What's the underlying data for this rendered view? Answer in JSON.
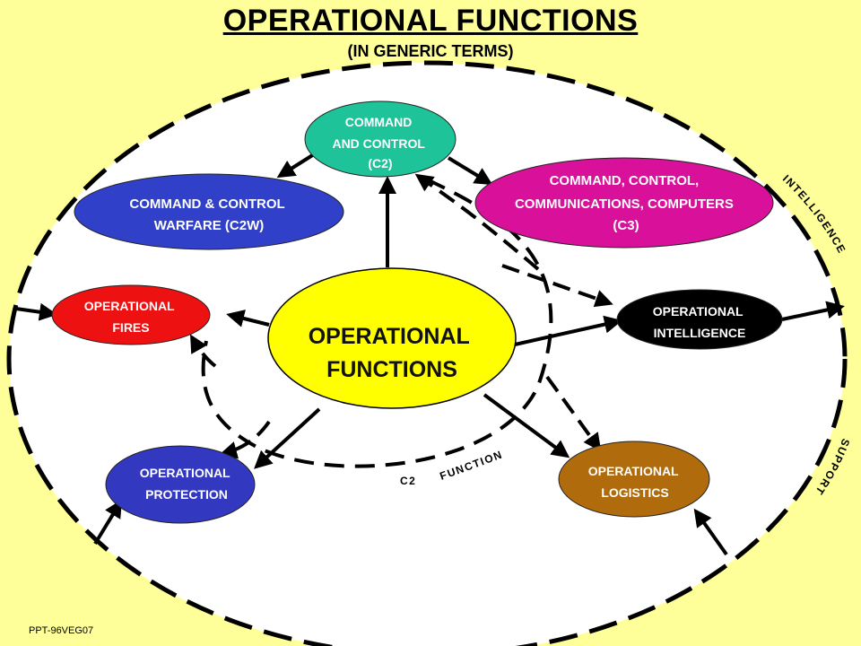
{
  "title": "OPERATIONAL FUNCTIONS",
  "subtitle": "(IN GENERIC TERMS)",
  "footer": "PPT-96VEG07",
  "colors": {
    "background": "#ffff99",
    "c2": "#1fc39a",
    "c2w": "#3040c8",
    "c3": "#d8109a",
    "fires": "#ee1111",
    "intelligence": "#000000",
    "protection": "#3338c0",
    "logistics": "#b06c0c",
    "center": "#ffff00"
  },
  "nodes": {
    "center": [
      "OPERATIONAL",
      "FUNCTIONS"
    ],
    "c2": [
      "COMMAND",
      "AND CONTROL",
      "(C2)"
    ],
    "c2w": [
      "COMMAND & CONTROL",
      "WARFARE (C2W)"
    ],
    "c3": [
      "COMMAND, CONTROL,",
      "COMMUNICATIONS, COMPUTERS",
      "(C3)"
    ],
    "fires": [
      "OPERATIONAL",
      "FIRES"
    ],
    "intelligence": [
      "OPERATIONAL",
      "INTELLIGENCE"
    ],
    "protection": [
      "OPERATIONAL",
      "PROTECTION"
    ],
    "logistics": [
      "OPERATIONAL",
      "LOGISTICS"
    ]
  },
  "ring_labels": {
    "intelligence": "INTELLIGENCE",
    "support": "SUPPORT",
    "c2": "C2",
    "c2_function": "FUNCTION"
  }
}
